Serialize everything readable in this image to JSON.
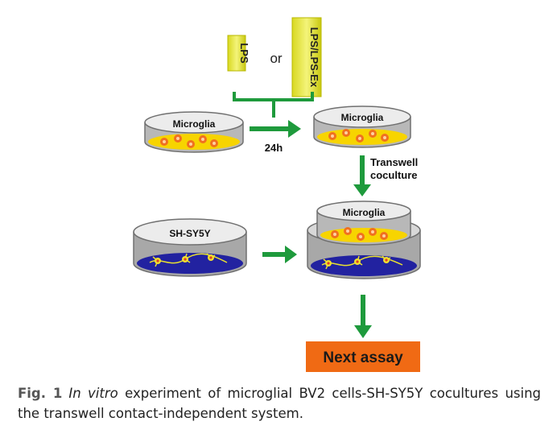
{
  "diagram": {
    "lps_label": "LPS",
    "or_label": "or",
    "lps_ex_label": "LPS/LPS-Ex",
    "microglia_label": "Microglia",
    "time_label": "24h",
    "transwell_line1": "Transwell",
    "transwell_line2": "coculture",
    "shsy5y_label": "SH-SY5Y",
    "next_assay_label": "Next assay"
  },
  "caption": {
    "figure_label": "Fig. 1",
    "italic_text": "In vitro",
    "text": " experiment of microglial BV2 cells-SH-SY5Y cocultures using the transwell contact-independent system."
  },
  "colors": {
    "label_box": "#f0f05a",
    "arrow": "#1e9a3c",
    "medium_yellow": "#f7d400",
    "medium_blue": "#2222a0",
    "next_assay_bg": "#f06a14"
  }
}
